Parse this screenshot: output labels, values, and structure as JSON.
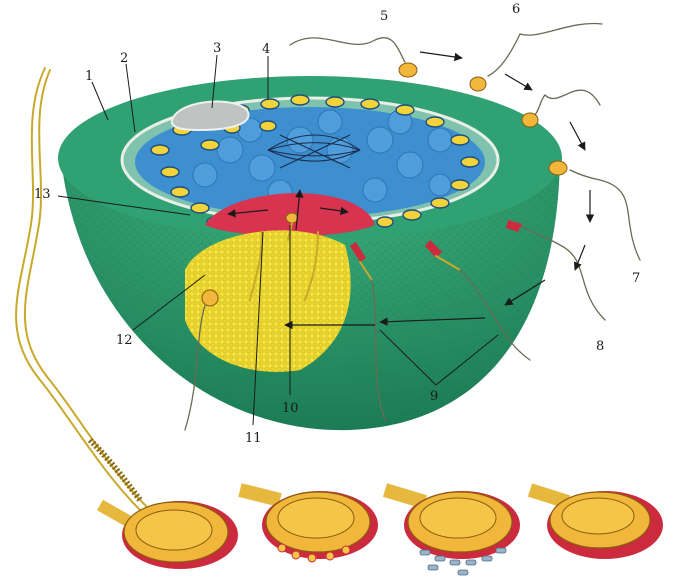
{
  "figure": {
    "labels": [
      {
        "id": "1",
        "text": "1"
      },
      {
        "id": "2",
        "text": "2"
      },
      {
        "id": "3",
        "text": "3"
      },
      {
        "id": "4",
        "text": "4"
      },
      {
        "id": "5",
        "text": "5"
      },
      {
        "id": "6",
        "text": "6"
      },
      {
        "id": "7",
        "text": "7"
      },
      {
        "id": "8",
        "text": "8"
      },
      {
        "id": "9",
        "text": "9"
      },
      {
        "id": "10",
        "text": "10"
      },
      {
        "id": "11",
        "text": "11"
      },
      {
        "id": "12",
        "text": "12"
      },
      {
        "id": "13",
        "text": "13"
      }
    ],
    "colors": {
      "jelly_coat": "#2e9d6e",
      "jelly_coat_dark": "#1f7f58",
      "cytoplasm": "#3e8fd0",
      "granule": "#f2d43a",
      "nucleus_red": "#d8334f",
      "yolk_yellow": "#f4e23b",
      "sperm_head": "#f0b73a",
      "acrosome_red": "#cc2a3d"
    }
  }
}
